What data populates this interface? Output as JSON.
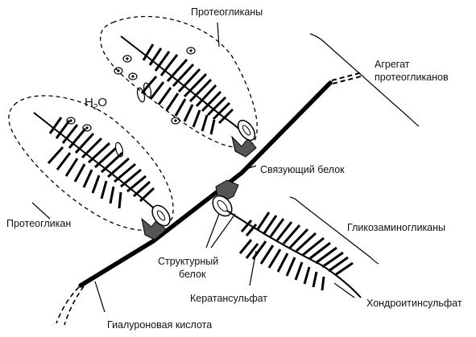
{
  "labels": {
    "proteoglycans": "Протеогликаны",
    "aggregate_line1": "Агрегат",
    "aggregate_line2": "протеогликанов",
    "water_h": "H",
    "water_sub": "2",
    "water_o": "O",
    "link_protein": "Связующий белок",
    "proteoglycan": "Протеогликан",
    "glycosaminoglycans": "Гликозаминогликаны",
    "structural_protein_line1": "Структурный",
    "structural_protein_line2": "белок",
    "keratan_sulfate": "Кератансульфат",
    "chondroitin_sulfate": "Хондроитинсульфат",
    "hyaluronic_acid": "Гиалуроновая кислота"
  }
}
